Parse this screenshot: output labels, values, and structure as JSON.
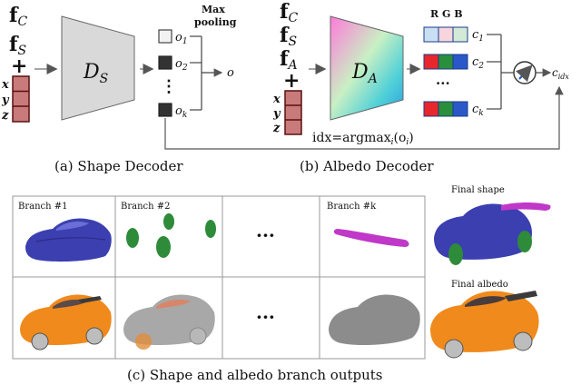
{
  "shape_decoder": {
    "in_fc": "f",
    "in_fc_sub": "C",
    "in_fs": "f",
    "in_fs_sub": "S",
    "plus": "+",
    "coords": [
      "x",
      "y",
      "z"
    ],
    "block": "D",
    "block_sub": "S",
    "max_pool_l1": "Max",
    "max_pool_l2": "pooling",
    "o_labels": [
      "o",
      "o",
      "o"
    ],
    "o_subs": [
      "1",
      "2",
      "k"
    ],
    "dots": "⋮",
    "o_out": "o",
    "caption": "(a) Shape Decoder"
  },
  "albedo_decoder": {
    "in_fc": "f",
    "in_fc_sub": "C",
    "in_fs": "f",
    "in_fs_sub": "S",
    "in_fa": "f",
    "in_fa_sub": "A",
    "plus": "+",
    "coords": [
      "x",
      "y",
      "z"
    ],
    "block": "D",
    "block_sub": "A",
    "rgb_header": "R G B",
    "c_labels": [
      "c",
      "c",
      "c"
    ],
    "c_subs": [
      "1",
      "2",
      "k"
    ],
    "dots": "···",
    "c_out": "c",
    "c_out_sub": "idx",
    "idx_formula": "idx=argmax",
    "idx_formula_tail": "(o",
    "idx_sub_i": "i",
    "caption": "(b) Albedo Decoder"
  },
  "branches": {
    "headers": [
      "Branch #1",
      "Branch #2",
      "Branch #k"
    ],
    "ellipsis": "···",
    "final_shape": "Final shape",
    "final_albedo": "Final albedo",
    "caption": "(c) Shape and albedo branch outputs"
  },
  "colors": {
    "arrow": "#888888",
    "coord_cell": "#c97a7a",
    "coord_border": "#5a1010",
    "decoder_fill": "#d9d9d9",
    "car_blue": "#3b3fb0",
    "car_orange": "#f08a1c",
    "car_gray": "#9a9a9a",
    "wheel_green": "#2e8b3a",
    "spoiler_magenta": "#c038c8",
    "row1": [
      "#c9dff2",
      "#f6d6dc",
      "#d3ead6"
    ],
    "row2": [
      "#e8262b",
      "#2a8f3c",
      "#2b58c9"
    ],
    "row3": [
      "#e8262b",
      "#2a8f3c",
      "#2b58c9"
    ]
  }
}
